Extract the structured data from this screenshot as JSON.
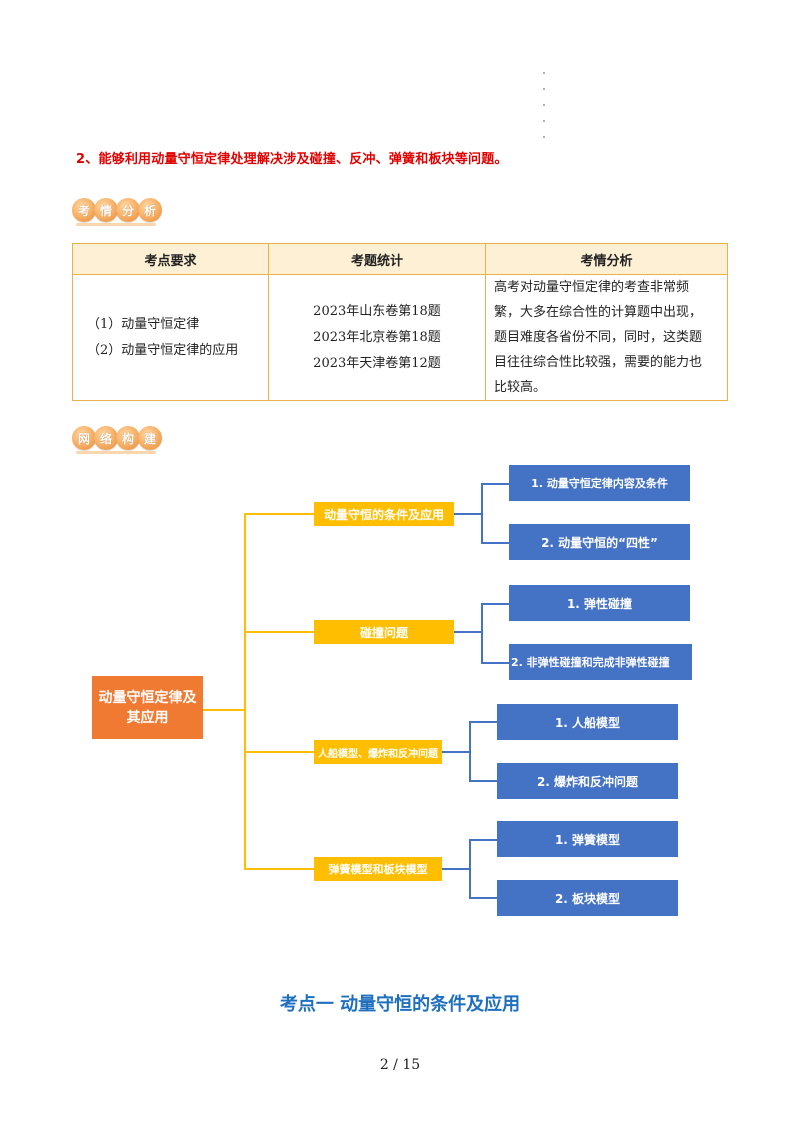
{
  "objective": "2、能够利用动量守恒定律处理解决涉及碰撞、反冲、弹簧和板块等问题。",
  "badges": {
    "analysis": [
      "考",
      "情",
      "分",
      "析"
    ],
    "network": [
      "网",
      "络",
      "构",
      "建"
    ]
  },
  "table": {
    "headers": [
      "考点要求",
      "考题统计",
      "考情分析"
    ],
    "requirements": [
      "（1）动量守恒定律",
      "（2）动量守恒定律的应用"
    ],
    "stats": [
      "2023年山东卷第18题",
      "2023年北京卷第18题",
      "2023年天津卷第12题"
    ],
    "analysis_lines": [
      "高考对动量守恒定律的考查非常频",
      "繁，大多在综合性的计算题中出现，",
      "题目难度各省份不同，同时，这类题",
      "目往往综合性比较强，需要的能力也",
      "比较高。"
    ]
  },
  "mindmap": {
    "root": [
      "动量守恒定律及",
      "其应用"
    ],
    "branches": [
      {
        "label": "动量守恒的条件及应用",
        "children": [
          "1. 动量守恒定律内容及条件",
          "2. 动量守恒的“四性”"
        ]
      },
      {
        "label": "碰撞问题",
        "children": [
          "1. 弹性碰撞",
          "2. 非弹性碰撞和完成非弹性碰撞"
        ]
      },
      {
        "label": "人船模型、爆炸和反冲问题",
        "children": [
          "1. 人船模型",
          "2. 爆炸和反冲问题"
        ]
      },
      {
        "label": "弹簧模型和板块模型",
        "children": [
          "1. 弹簧模型",
          "2. 板块模型"
        ]
      }
    ]
  },
  "section_title": "考点一  动量守恒的条件及应用",
  "page_number": "2  /  15",
  "colors": {
    "objective": "#e00000",
    "root": "#f07a32",
    "branch": "#ffbf00",
    "leaf": "#4472c4",
    "section_title": "#1f6fbf",
    "table_border": "#e8b24a"
  }
}
